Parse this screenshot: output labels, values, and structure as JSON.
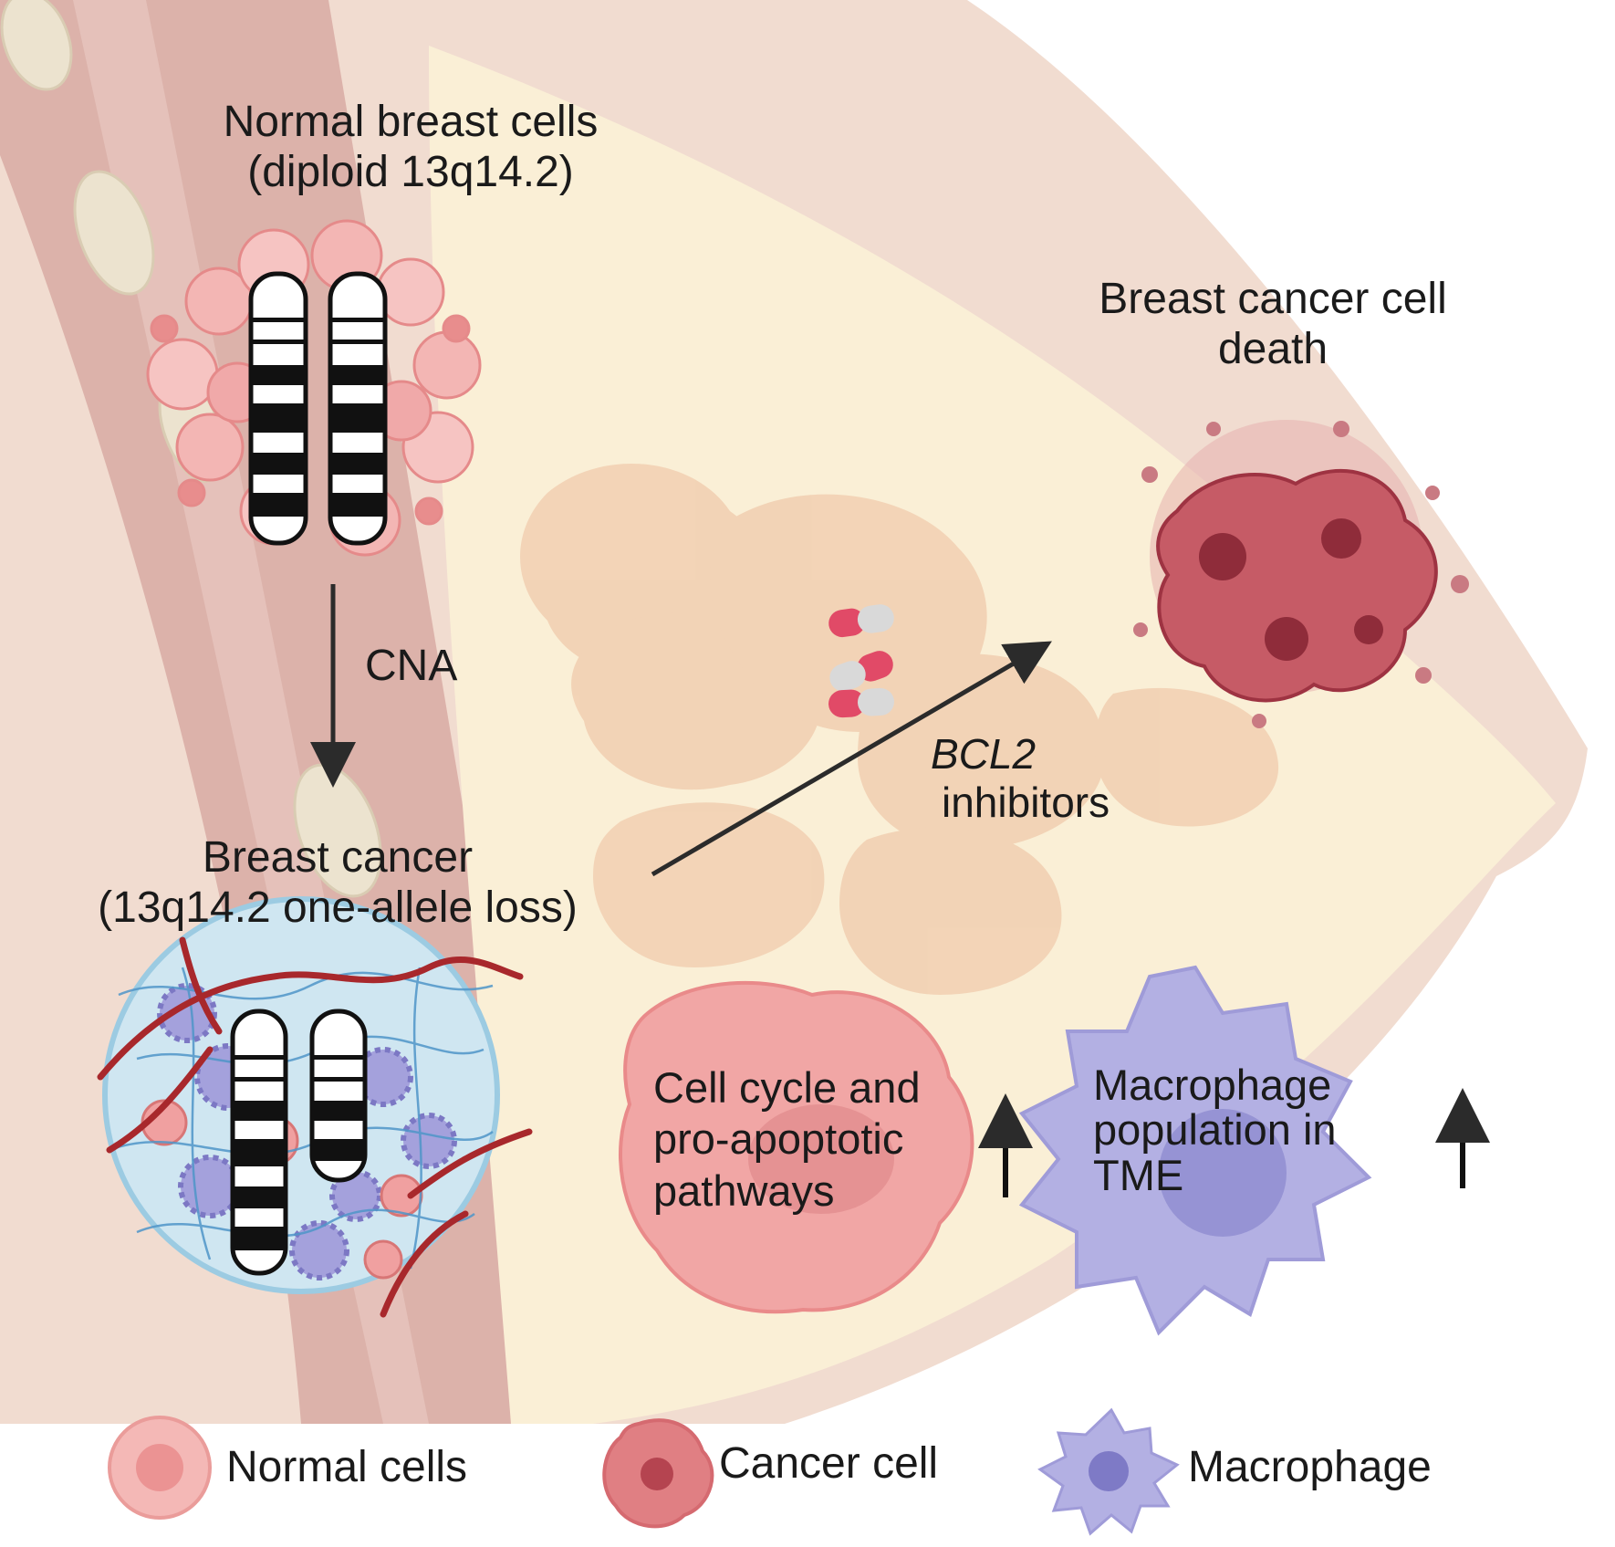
{
  "normal_cells": {
    "line1": "Normal breast cells",
    "line2": "(diploid 13q14.2)"
  },
  "transition": {
    "label": "CNA"
  },
  "breast_cancer": {
    "line1": "Breast cancer",
    "line2": "(13q14.2 one-allele loss)"
  },
  "treatment": {
    "drug": "BCL2",
    "line2": "inhibitors"
  },
  "outcome": {
    "line1": "Breast cancer cell",
    "line2": "death"
  },
  "pathways": {
    "line1": "Cell cycle and",
    "line2": "pro-apoptotic",
    "line3": "pathways"
  },
  "macrophage_box": {
    "line1": "Macrophage",
    "line2": "population in",
    "line3": "TME"
  },
  "legend": {
    "normal": "Normal cells",
    "cancer": "Cancer cell",
    "macrophage": "Macrophage"
  },
  "colors": {
    "skin": "#f1dcd0",
    "muscle": "#dcb2aa",
    "fat": "#faefd6",
    "lobule": "#f1cfb1",
    "normal_cell": "#f0a9a9",
    "cancer_cell": "#d8737b",
    "dead_cell": "#b84a55",
    "macrophage": "#a4a1dc",
    "vessel": "#a8282c",
    "capillary": "#4f96c9",
    "arrow": "#2b2b2b"
  }
}
